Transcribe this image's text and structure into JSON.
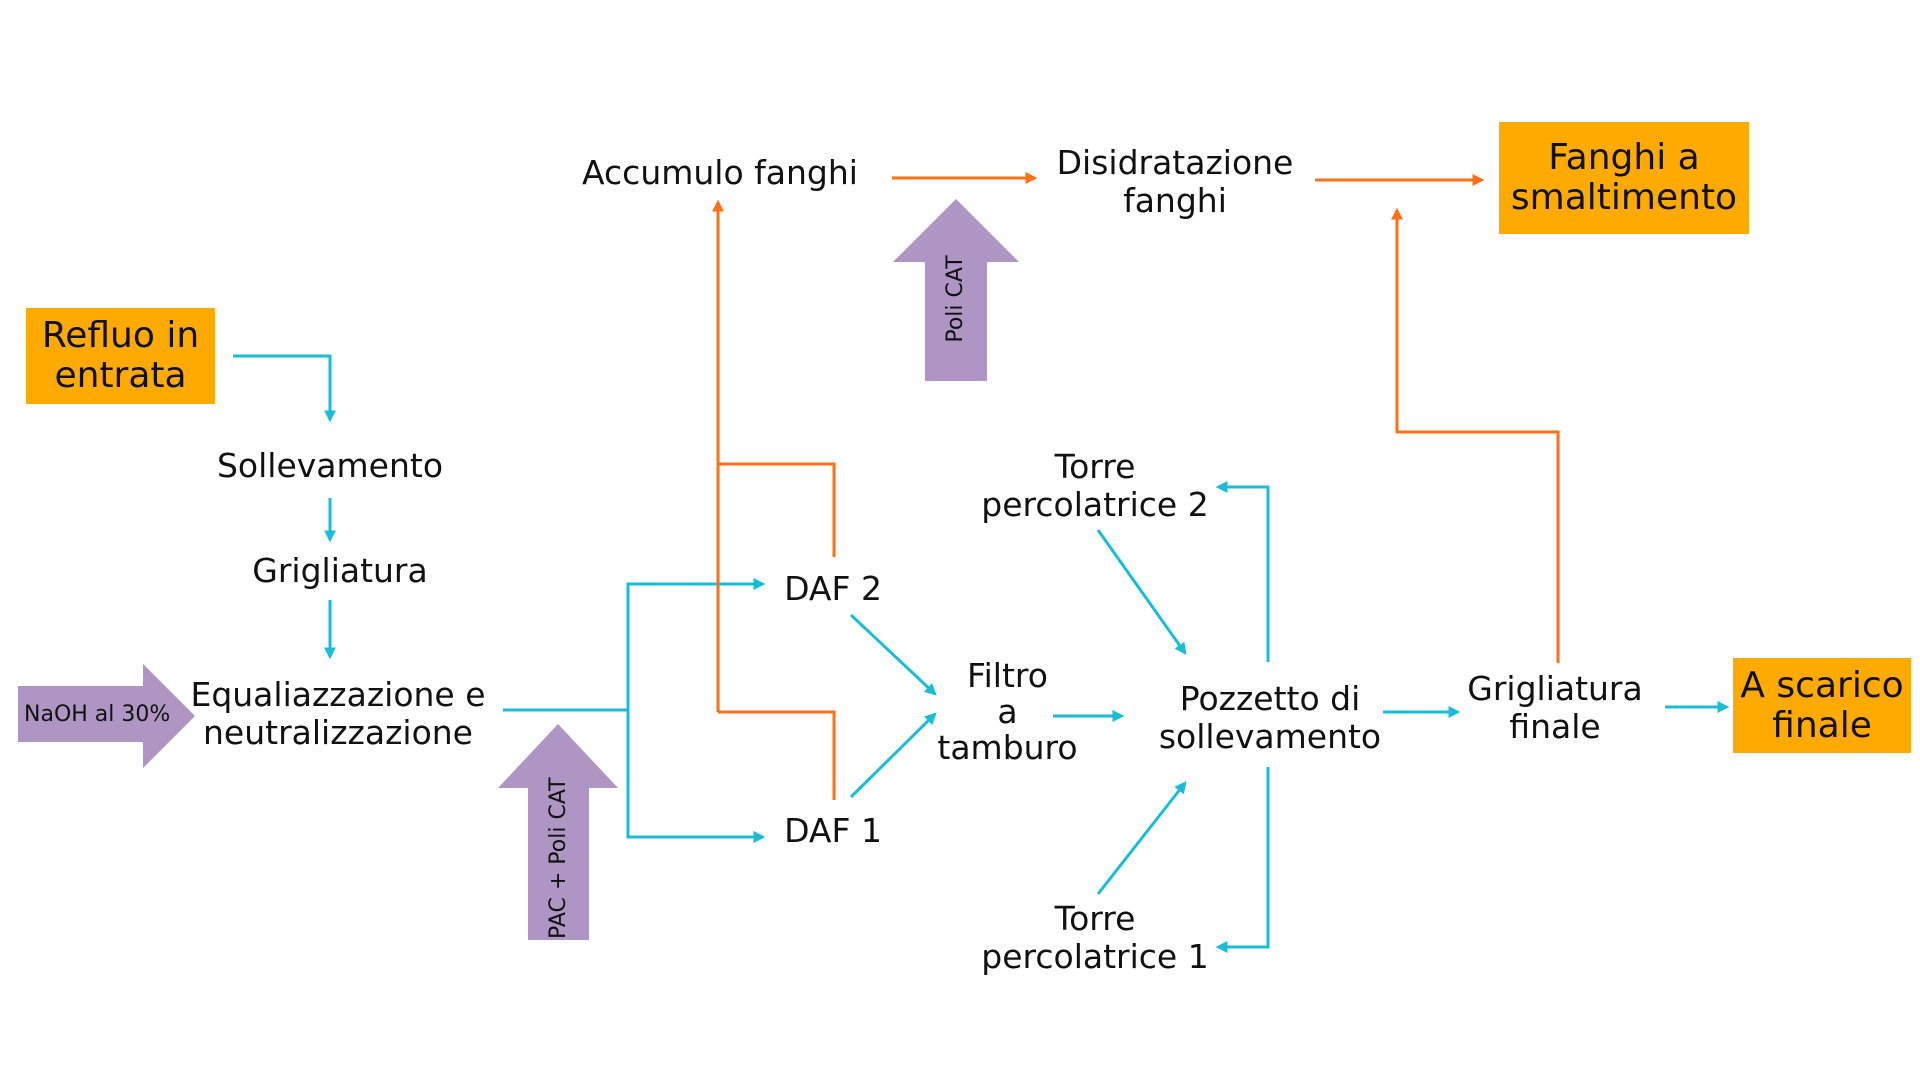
{
  "colors": {
    "water_flow": "#1BBDD6",
    "sludge_flow": "#FF7018",
    "box": "#FFAA00",
    "chemical": "#AE95C3"
  },
  "inputs": {
    "refluo": [
      "Refluo in",
      "entrata"
    ]
  },
  "outputs": {
    "fanghi": [
      "Fanghi a",
      "smaltimento"
    ],
    "scarico": [
      "A scarico",
      "finale"
    ]
  },
  "chemicals": {
    "naoh": "NaOH al 30%",
    "pac": "PAC + Poli CAT",
    "policat": "Poli CAT"
  },
  "steps": {
    "sollevamento": "Sollevamento",
    "grigliatura": "Grigliatura",
    "equalizzazione": [
      "Equaliazzazione e",
      "neutralizzazione"
    ],
    "daf2": "DAF 2",
    "daf1": "DAF 1",
    "filtro": [
      "Filtro",
      "a",
      "tamburo"
    ],
    "torre2": [
      "Torre",
      "percolatrice 2"
    ],
    "torre1": [
      "Torre",
      "percolatrice 1"
    ],
    "pozzetto": [
      "Pozzetto di",
      "sollevamento"
    ],
    "grigliatura_finale": [
      "Grigliatura",
      "finale"
    ],
    "accumulo": "Accumulo fanghi",
    "disidratazione": [
      "Disidratazione",
      "fanghi"
    ]
  }
}
